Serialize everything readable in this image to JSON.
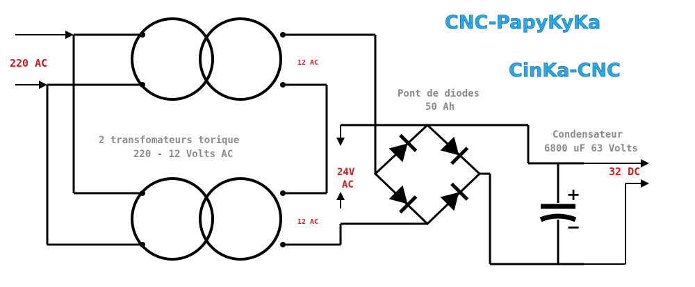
{
  "titles": {
    "primary": "CNC-PapyKyKa",
    "secondary": "CinKa-CNC"
  },
  "labels": {
    "mains_input": "220 AC",
    "secondary_top": "12  AC",
    "secondary_bottom": "12  AC",
    "transformers_line1": "2 transfomateurs torique",
    "transformers_line2": "220 - 12 Volts AC",
    "series_voltage_line1": "24V",
    "series_voltage_line2": "AC",
    "bridge_line1": "Pont de diodes",
    "bridge_line2": "50 Ah",
    "capacitor_line1": "Condensateur",
    "capacitor_line2": "6800 uF 63 Volts",
    "output": "32 DC",
    "cap_plus": "+",
    "cap_minus": "−"
  },
  "colors": {
    "title_fill": "#29a7e6",
    "red_label": "#d11a1a",
    "grey_label": "#8a8a8a",
    "wire": "#000000"
  },
  "components": {
    "transformers": 2,
    "bridge_diodes": 4,
    "capacitors": 1
  }
}
